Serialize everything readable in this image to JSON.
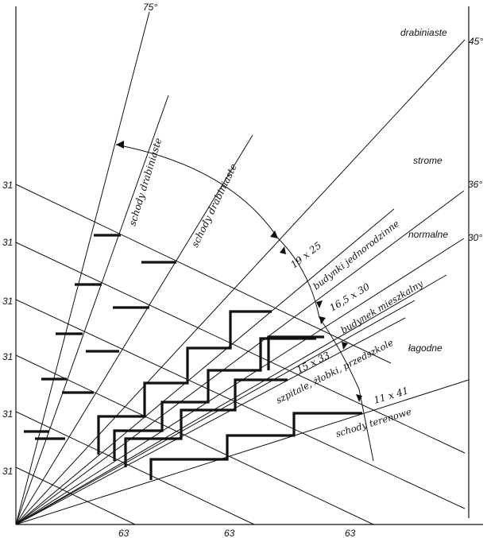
{
  "angles": {
    "a75": "75°",
    "a45": "45°",
    "a36": "36°",
    "a30": "30°"
  },
  "zones": {
    "drabiniaste": "drabiniaste",
    "strome": "strome",
    "normalne": "normalne",
    "lagodne": "łagodne"
  },
  "left_ticks": [
    "31",
    "31",
    "31",
    "31",
    "31",
    "31"
  ],
  "bottom_ticks": [
    "63",
    "63",
    "63"
  ],
  "labels": {
    "schody_drabiniaste_1": "schody drabiniaste",
    "schody_drabiniaste_2": "schody drabiniaste",
    "dim_19x25": "19 x 25",
    "budynki_jednorodzinne": "budynki jednorodzinne",
    "dim_16_5x30": "16,5 x 30",
    "budynek_mieszkalny": "budynek mieszkalny",
    "dim_15x33": "15 x 33",
    "szpitale": "szpitale, żłobki, przedszkole",
    "dim_11x41": "11 x 41",
    "schody_terenowe": "schody terenowe"
  }
}
